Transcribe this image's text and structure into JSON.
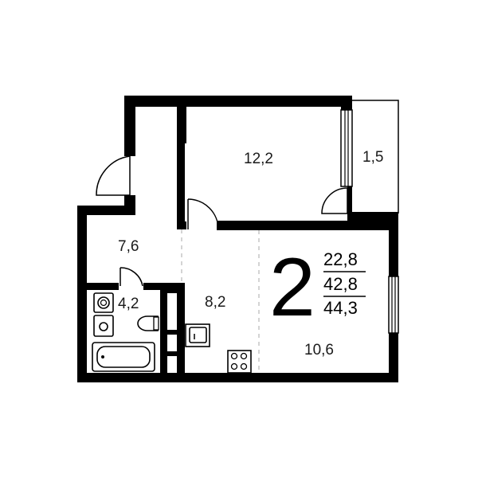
{
  "plan": {
    "room_count": "2",
    "areas": [
      "22,8",
      "42,8",
      "44,3"
    ],
    "rooms": {
      "bedroom": "12,2",
      "balcony": "1,5",
      "hall": "7,6",
      "bathroom": "4,2",
      "kitchen": "8,2",
      "living": "10,6"
    },
    "colors": {
      "wall": "#000000",
      "dash": "#a8a8a8",
      "background": "#ffffff"
    },
    "icons": [
      "door-swing-icon",
      "window-icon",
      "toilet-icon",
      "washbasin-icon",
      "bathtub-icon",
      "kitchen-sink-icon",
      "stove-icon"
    ]
  }
}
